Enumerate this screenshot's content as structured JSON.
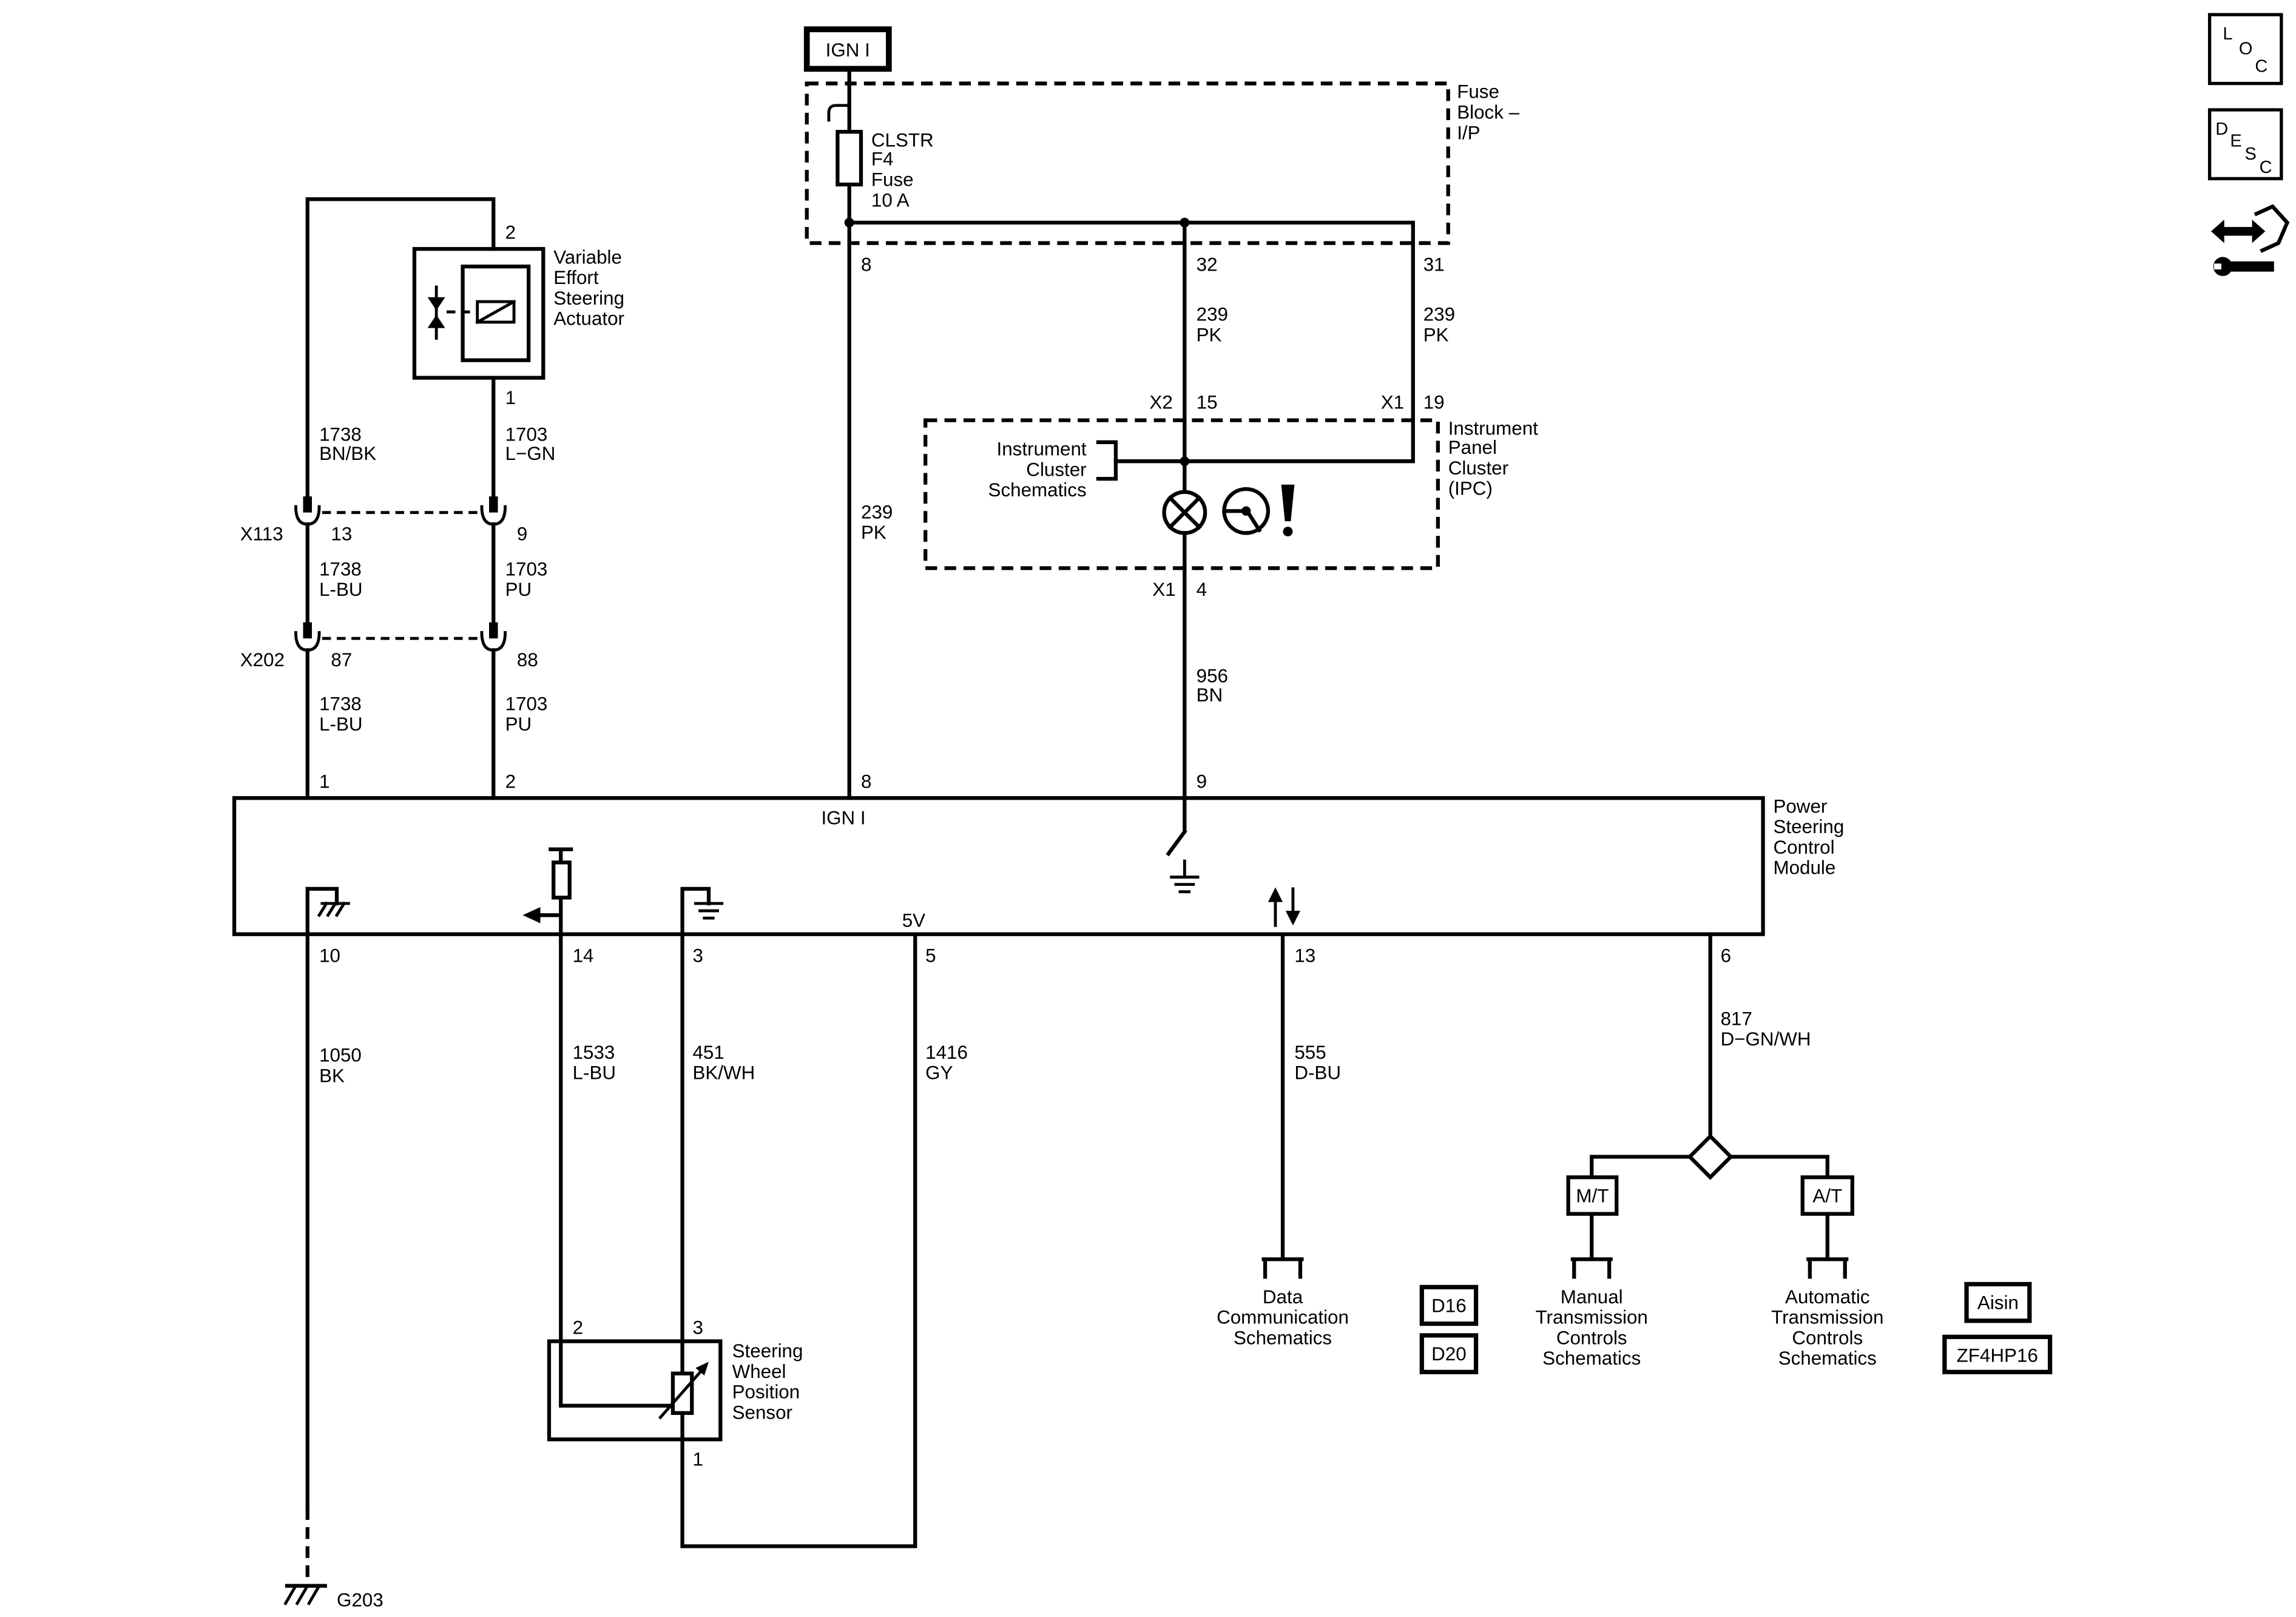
{
  "sources": {
    "ign": "IGN I"
  },
  "fuse_block": {
    "lines": [
      "Fuse",
      "Block –",
      "I/P"
    ]
  },
  "fuse": {
    "lines": [
      "CLSTR",
      "F4",
      "Fuse",
      "10 A"
    ]
  },
  "actuator": {
    "lines": [
      "Variable",
      "Effort",
      "Steering",
      "Actuator"
    ],
    "pin_top": "2",
    "pin_bottom": "1"
  },
  "ipc": {
    "lines": [
      "Instrument",
      "Panel",
      "Cluster",
      "(IPC)"
    ],
    "ref": [
      "Instrument",
      "Cluster",
      "Schematics"
    ]
  },
  "module": {
    "lines": [
      "Power",
      "Steering",
      "Control",
      "Module"
    ],
    "ign": "IGN I",
    "supply": "5V"
  },
  "sensor": {
    "lines": [
      "Steering",
      "Wheel",
      "Position",
      "Sensor"
    ],
    "pin_signal": "2",
    "pin_top": "3",
    "pin_bottom": "1"
  },
  "ground": {
    "name": "G203"
  },
  "connectors": {
    "x113": {
      "name": "X113",
      "left": "13",
      "right": "9"
    },
    "x202": {
      "name": "X202",
      "left": "87",
      "right": "88"
    }
  },
  "pins": {
    "fuse_out_8": "8",
    "bus_32": "32",
    "bus_31": "31",
    "ipc_x2": "X2",
    "ipc_15": "15",
    "ipc_x1_in": "X1",
    "ipc_19": "19",
    "ipc_x1_out": "X1",
    "ipc_4": "4",
    "module_1": "1",
    "module_2": "2",
    "module_8": "8",
    "module_9": "9",
    "module_10": "10",
    "module_14": "14",
    "module_3": "3",
    "module_5": "5",
    "module_13": "13",
    "module_6": "6"
  },
  "wires": {
    "feed_8": [
      "239",
      "PK"
    ],
    "bus_32": [
      "239",
      "PK"
    ],
    "bus_31": [
      "239",
      "PK"
    ],
    "ipc_out": [
      "956",
      "BN"
    ],
    "act_left_top": [
      "1738",
      "BN/BK"
    ],
    "act_right_top": [
      "1703",
      "L−GN"
    ],
    "act_left_mid": [
      "1738",
      "L-BU"
    ],
    "act_right_mid": [
      "1703",
      "PU"
    ],
    "act_left_low": [
      "1738",
      "L-BU"
    ],
    "act_right_low": [
      "1703",
      "PU"
    ],
    "ground": [
      "1050",
      "BK"
    ],
    "sensor_signal": [
      "1533",
      "L-BU"
    ],
    "sensor_low": [
      "451",
      "BK/WH"
    ],
    "sensor_5v": [
      "1416",
      "GY"
    ],
    "serial_data": [
      "555",
      "D-BU"
    ],
    "trans": [
      "817",
      "D−GN/WH"
    ]
  },
  "references": {
    "data_comm": [
      "Data",
      "Communication",
      "Schematics"
    ],
    "manual_trans": {
      "tag": "M/T",
      "lines": [
        "Manual",
        "Transmission",
        "Controls",
        "Schematics"
      ]
    },
    "auto_trans": {
      "tag": "A/T",
      "lines": [
        "Automatic",
        "Transmission",
        "Controls",
        "Schematics"
      ]
    }
  },
  "options": {
    "d16": "D16",
    "d20": "D20",
    "aisin": "Aisin",
    "zf": "ZF4HP16"
  },
  "nav": {
    "loc": [
      "L",
      "O",
      "C"
    ],
    "desc": [
      "D",
      "E",
      "S",
      "C"
    ]
  }
}
